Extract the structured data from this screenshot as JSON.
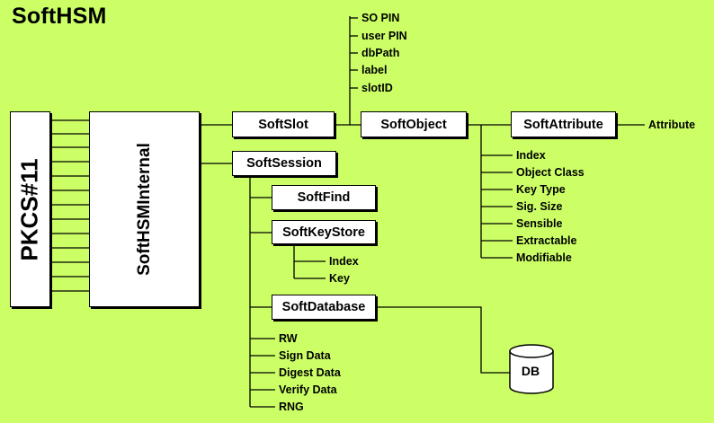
{
  "title": "SoftHSM",
  "pkcs": "PKCS#11",
  "internal": "SoftHSMInternal",
  "slot": {
    "label": "SoftSlot",
    "attributes": [
      "SO PIN",
      "user PIN",
      "dbPath",
      "label",
      "slotID"
    ]
  },
  "object": "SoftObject",
  "attribute_box": "SoftAttribute",
  "attribute_leaf": "Attribute",
  "object_attrs": [
    "Index",
    "Object Class",
    "Key Type",
    "Sig. Size",
    "Sensible",
    "Extractable",
    "Modifiable"
  ],
  "session": "SoftSession",
  "find": "SoftFind",
  "keystore": {
    "label": "SoftKeyStore",
    "items": [
      "Index",
      "Key"
    ]
  },
  "database": "SoftDatabase",
  "db": "DB",
  "session_items": [
    "RW",
    "Sign Data",
    "Digest Data",
    "Verify Data",
    "RNG"
  ]
}
